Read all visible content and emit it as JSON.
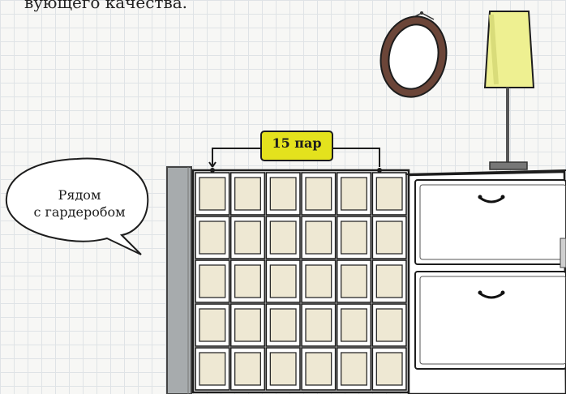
{
  "caption": {
    "text": "вующего качества."
  },
  "speech_bubble": {
    "line1": "Рядом",
    "line2": "с гардеробом"
  },
  "capacity_tag": {
    "text": "15 пар"
  },
  "shelf": {
    "rows": 5,
    "columns": 6
  },
  "colors": {
    "tag_fill": "#e4e21d",
    "lamp_shade": "#eef091",
    "mirror_frame": "#6b4538",
    "box_fill": "#eee8d3",
    "wall_post": "#a7abad"
  }
}
